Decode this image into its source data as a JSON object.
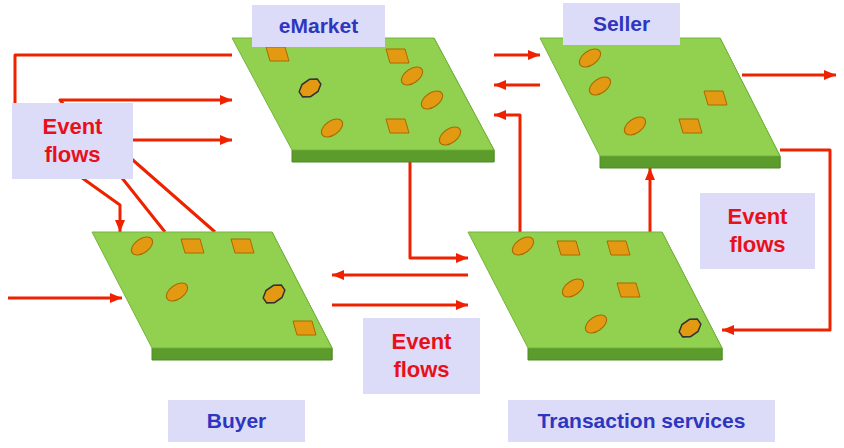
{
  "diagram": {
    "nodes": [
      {
        "text": [
          "eMarket"
        ]
      },
      {
        "text": [
          "Seller"
        ]
      },
      {
        "text": [
          "Buyer"
        ]
      },
      {
        "text": [
          "Transaction services"
        ]
      }
    ],
    "edges": [
      {
        "from": 0,
        "to": 1,
        "arrow": "to"
      },
      {
        "from": 1,
        "to": 0,
        "arrow": "to"
      },
      {
        "from": 3,
        "to": 0,
        "arrow": "to"
      },
      {
        "from": 0,
        "to": 3,
        "arrow": "to"
      },
      {
        "from": 2,
        "to": 0,
        "arrow": "to"
      },
      {
        "from": 2,
        "to": 0,
        "arrow": "to"
      },
      {
        "from": 0,
        "to": 2,
        "arrow": "to"
      },
      {
        "from": 3,
        "to": 2,
        "arrow": "to"
      },
      {
        "from": 2,
        "to": 3,
        "arrow": "to"
      },
      {
        "from": 3,
        "to": 1,
        "arrow": "to"
      },
      {
        "from": 1,
        "to": 3,
        "arrow": "to"
      }
    ],
    "labels": [
      "Event flows",
      "Event flows",
      "Event flows"
    ]
  }
}
